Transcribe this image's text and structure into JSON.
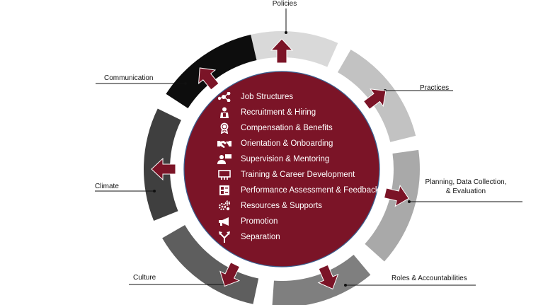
{
  "outer_ring": [
    {
      "label": "Policies",
      "fill": "#d9d9d9"
    },
    {
      "label": "Practices",
      "fill": "#c2c2c2"
    },
    {
      "label": "Planning, Data Collection,\n& Evaluation",
      "fill": "#a9a9a9"
    },
    {
      "label": "Roles & Accountabilities",
      "fill": "#7f7f7f"
    },
    {
      "label": "Culture",
      "fill": "#5e5e5e"
    },
    {
      "label": "Climate",
      "fill": "#3f3f3f"
    },
    {
      "label": "Communication",
      "fill": "#0d0d0d"
    }
  ],
  "center_items": [
    {
      "label": "Job Structures",
      "icon": "network-icon"
    },
    {
      "label": "Recruitment & Hiring",
      "icon": "hiring-icon"
    },
    {
      "label": "Compensation & Benefits",
      "icon": "award-icon"
    },
    {
      "label": "Orientation & Onboarding",
      "icon": "handshake-icon"
    },
    {
      "label": "Supervision & Mentoring",
      "icon": "mentoring-icon"
    },
    {
      "label": "Training & Career Development",
      "icon": "presentation-icon"
    },
    {
      "label": "Performance Assessment & Feedback",
      "icon": "assessment-icon"
    },
    {
      "label": "Resources & Supports",
      "icon": "gears-icon"
    },
    {
      "label": "Promotion",
      "icon": "megaphone-icon"
    },
    {
      "label": "Separation",
      "icon": "fork-arrow-icon"
    }
  ],
  "colors": {
    "center_fill": "#7b1427",
    "arrow_fill": "#7b1427",
    "inner_border": "#3a5f8f",
    "leader_line": "#111111"
  }
}
